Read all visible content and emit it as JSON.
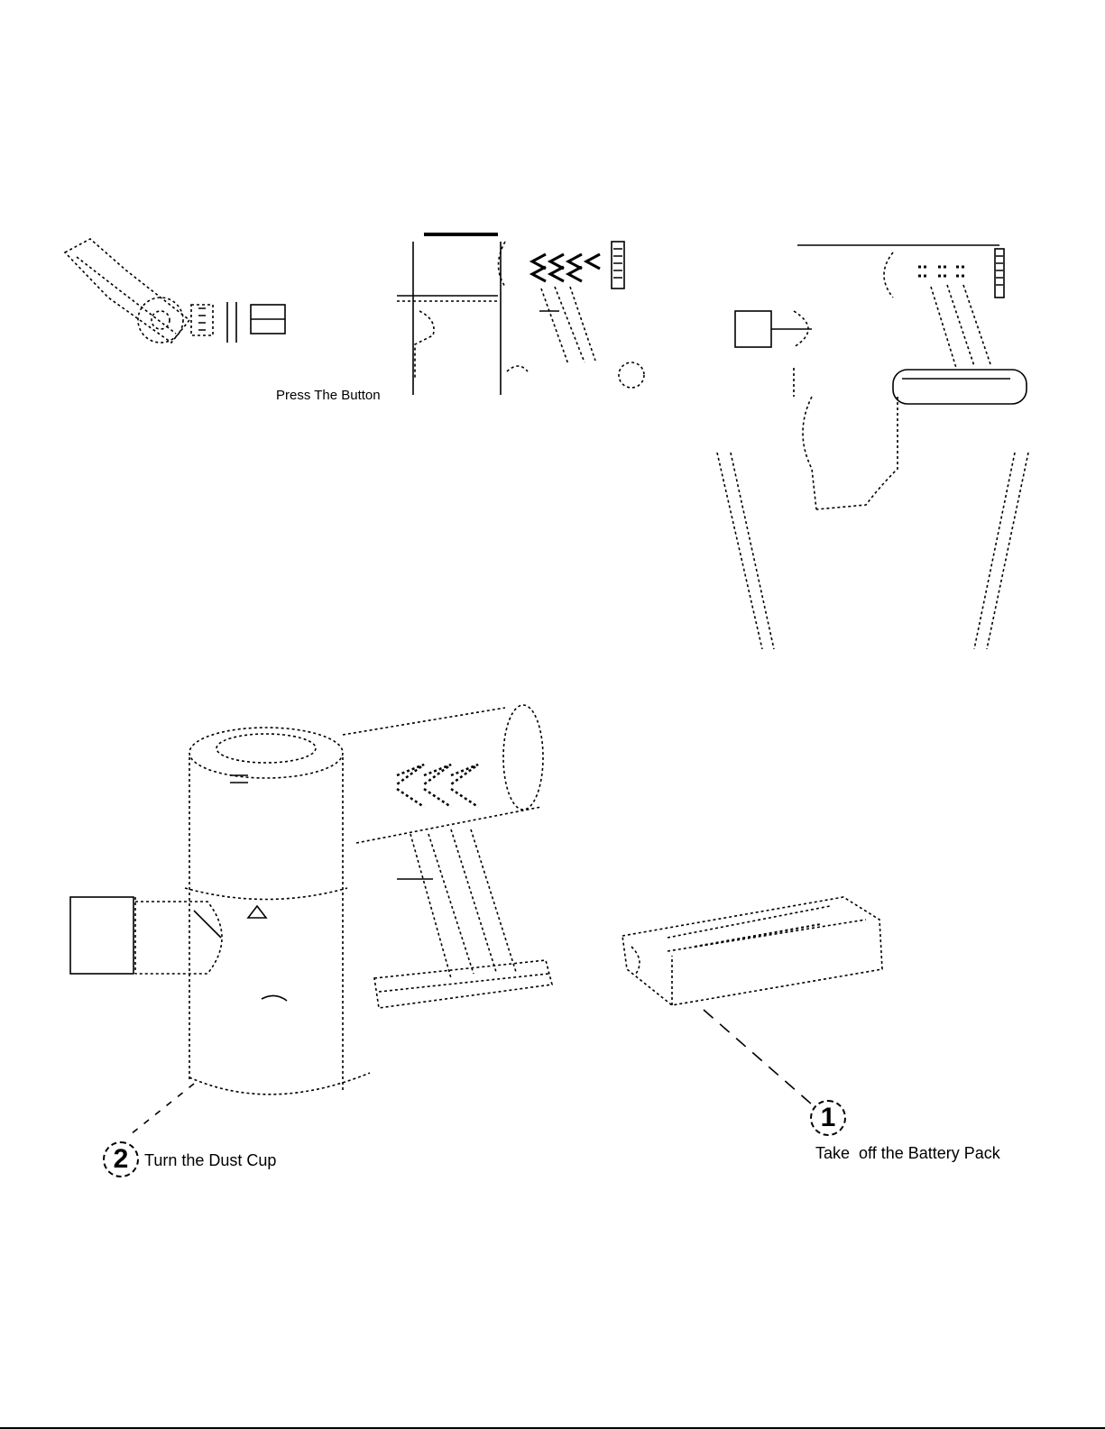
{
  "captions": {
    "press_button": "Press The Button",
    "turn_dust_cup": "Turn the Dust Cup",
    "take_off_battery": "Take  off the Battery Pack"
  },
  "steps": [
    {
      "number": "2",
      "label_key": "turn_dust_cup"
    },
    {
      "number": "1",
      "label_key": "take_off_battery"
    }
  ]
}
